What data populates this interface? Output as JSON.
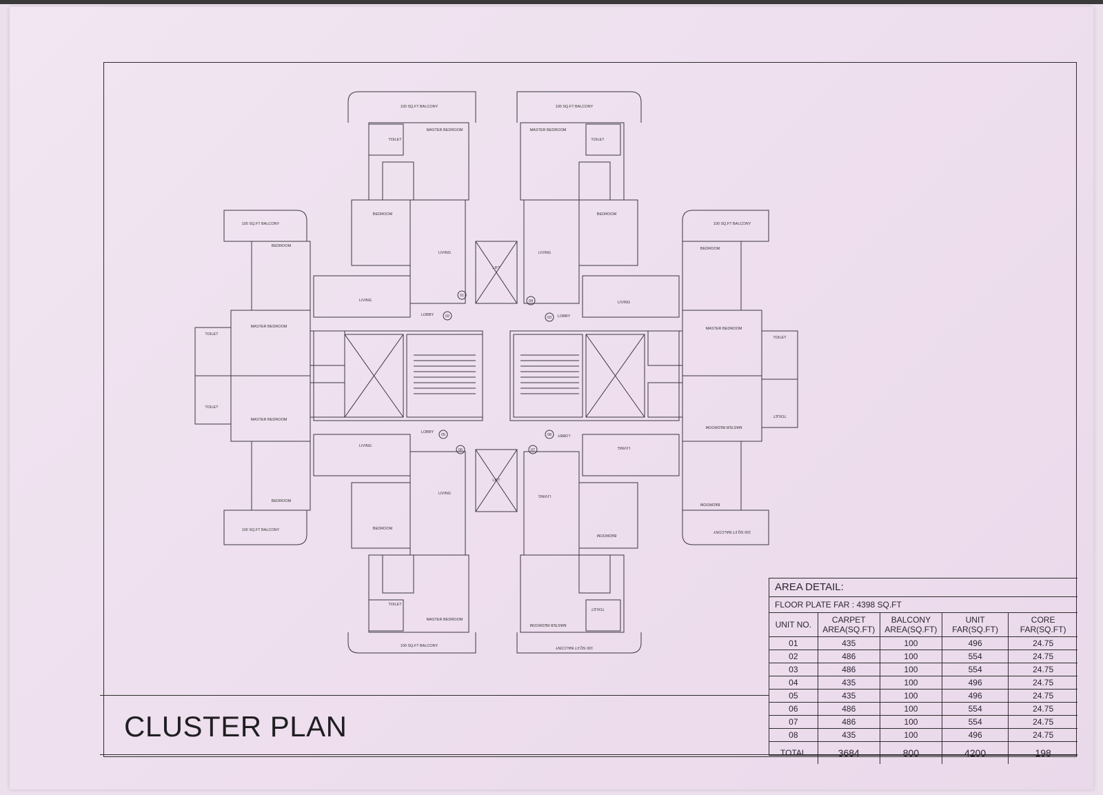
{
  "title": "CLUSTER PLAN",
  "area_detail": {
    "heading": "AREA DETAIL:",
    "floor_plate_far": "FLOOR PLATE FAR : 4398 SQ.FT",
    "columns": [
      "UNIT NO.",
      "CARPET AREA(SQ.FT)",
      "BALCONY AREA(SQ.FT)",
      "UNIT FAR(SQ.FT)",
      "CORE FAR(SQ.FT)"
    ],
    "rows": [
      [
        "01",
        "435",
        "100",
        "496",
        "24.75"
      ],
      [
        "02",
        "486",
        "100",
        "554",
        "24.75"
      ],
      [
        "03",
        "486",
        "100",
        "554",
        "24.75"
      ],
      [
        "04",
        "435",
        "100",
        "496",
        "24.75"
      ],
      [
        "05",
        "435",
        "100",
        "496",
        "24.75"
      ],
      [
        "06",
        "486",
        "100",
        "554",
        "24.75"
      ],
      [
        "07",
        "486",
        "100",
        "554",
        "24.75"
      ],
      [
        "08",
        "435",
        "100",
        "496",
        "24.75"
      ]
    ],
    "total": [
      "TOTAL",
      "3684",
      "800",
      "4200",
      "198"
    ]
  },
  "plan_labels": {
    "balcony": "100 SQ.FT BALCONY",
    "master_bedroom": "MASTER BEDROOM",
    "bedroom": "BEDROOM",
    "living": "LIVING",
    "toilet": "TOILET",
    "lobby": "LOBBY",
    "lift": "LIFT",
    "unit_numbers": [
      "01",
      "02",
      "03",
      "04",
      "05",
      "06",
      "07",
      "08"
    ]
  }
}
